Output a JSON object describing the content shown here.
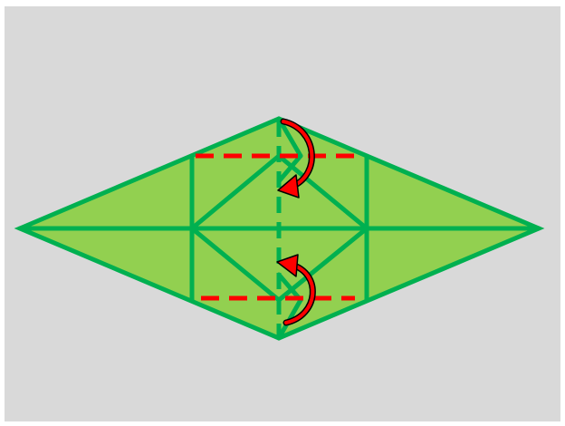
{
  "diagram": {
    "description_type": "origami-fold-instruction",
    "colors": {
      "background": "#d9d9d9",
      "paper_fill": "#92d050",
      "crease_line": "#00b050",
      "mountain_fold_dashes": "#ff0000",
      "valley_fold_dashes": "#00b050",
      "fold_arrow": "#ff0000"
    },
    "elements": {
      "paper_shape": "rhombus-kite",
      "creases": 12,
      "fold_lines_dashed_red": 2,
      "center_line_dashed_green": 1,
      "fold_arrows": 2
    }
  }
}
